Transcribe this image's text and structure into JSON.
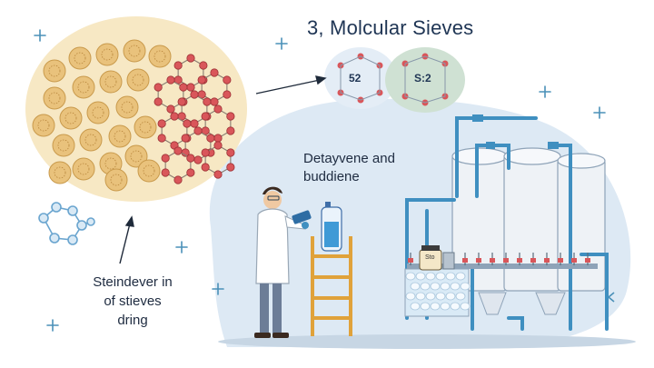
{
  "title": "3, Molcular Sieves",
  "middle_caption": [
    "Detayvene and",
    "buddiene"
  ],
  "left_caption": [
    "Steindever in",
    "of stieves",
    "dring"
  ],
  "bubbles": [
    "52",
    "S:2"
  ],
  "jar_label": "Sto",
  "colors": {
    "background_blob": "#dde9f4",
    "bead_cluster": "#f7e8c4",
    "bead": "#e9c27c",
    "atom": "#d9565a",
    "pipe": "#3f8fc0",
    "tank": "#eef2f6",
    "ladder": "#e0a23a",
    "lab_coat": "#ffffff",
    "pants": "#6c7d97"
  },
  "icons": [
    "sparkle-icon",
    "molecule-icon",
    "arrow-icon"
  ]
}
